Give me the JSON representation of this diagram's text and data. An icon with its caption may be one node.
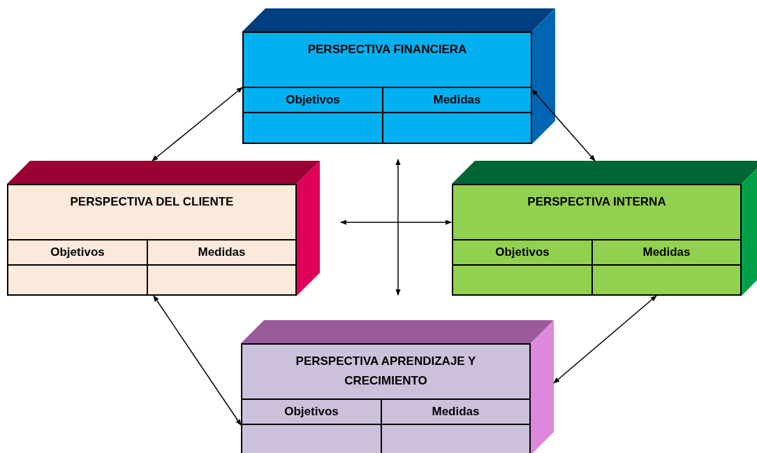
{
  "diagram": {
    "nodes": [
      {
        "text": [
          "PERSPECTIVA FINANCIERA"
        ]
      },
      {
        "text": [
          "Objetivos"
        ],
        "in": 0
      },
      {
        "text": [
          "Medidas"
        ],
        "in": 0
      },
      {
        "text": [
          "PERSPECTIVA DEL CLIENTE"
        ]
      },
      {
        "text": [
          "Objetivos"
        ],
        "in": 3
      },
      {
        "text": [
          "Medidas"
        ],
        "in": 3
      },
      {
        "text": [
          "PERSPECTIVA INTERNA"
        ]
      },
      {
        "text": [
          "Objetivos"
        ],
        "in": 6
      },
      {
        "text": [
          "Medidas"
        ],
        "in": 6
      },
      {
        "text": [
          "PERSPECTIVA APRENDIZAJE Y CRECIMIENTO"
        ]
      },
      {
        "text": [
          "Objetivos"
        ],
        "in": 9
      },
      {
        "text": [
          "Medidas"
        ],
        "in": 9
      }
    ],
    "edges": [
      {
        "from": 0,
        "to": 3,
        "arrow": "both"
      },
      {
        "from": 0,
        "to": 6,
        "arrow": "both"
      },
      {
        "from": 3,
        "to": 9,
        "arrow": "both"
      },
      {
        "from": 6,
        "to": 9,
        "arrow": "both"
      }
    ]
  }
}
